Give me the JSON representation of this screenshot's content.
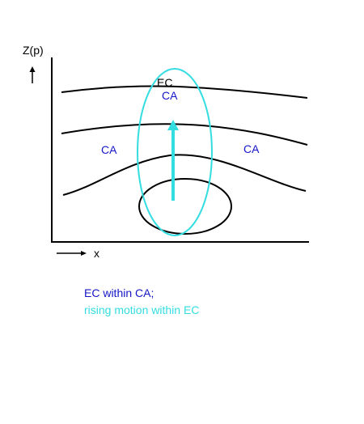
{
  "labels": {
    "y_axis": "Z(p)",
    "x_axis": "x",
    "ec_label": "EC",
    "ca_center": "CA",
    "ca_left": "CA",
    "ca_right": "CA"
  },
  "caption": {
    "line1": "EC within CA;",
    "line2": "rising motion within EC"
  },
  "colors": {
    "ink": "#000000",
    "ca_text": "#1515c8",
    "ec_outline": "#33dde0",
    "arrow": "#33dde0"
  }
}
